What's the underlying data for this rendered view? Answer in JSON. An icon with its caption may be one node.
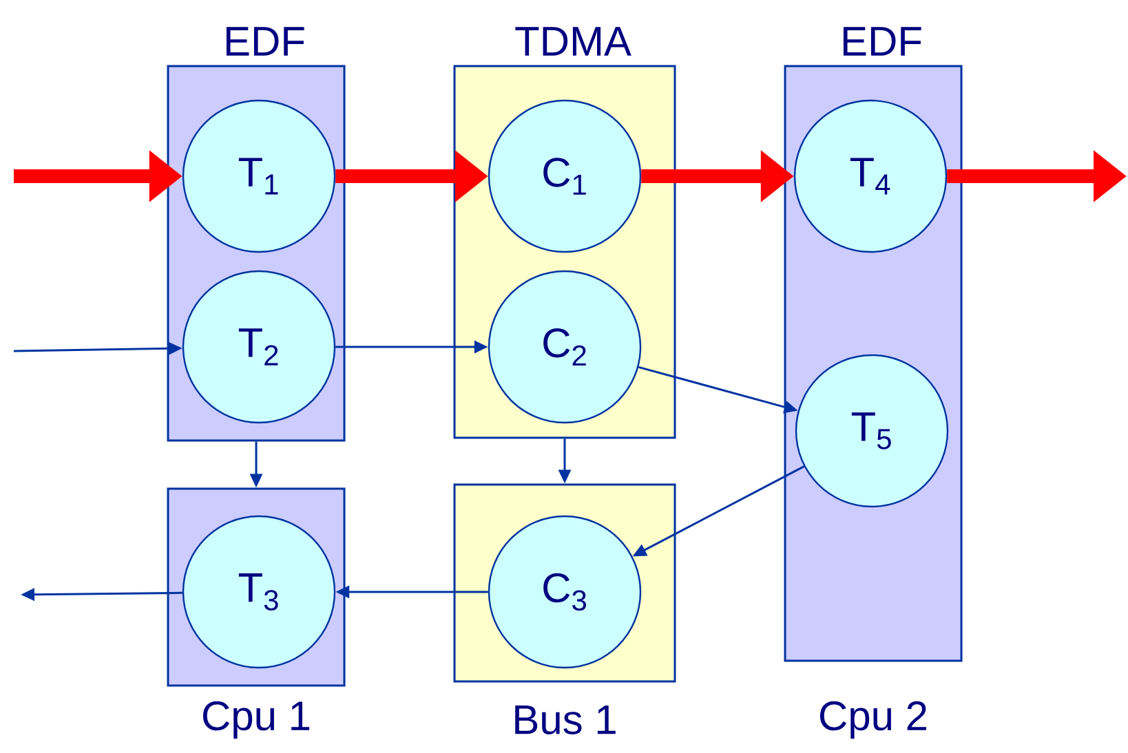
{
  "diagram": {
    "nodes": [
      {
        "text": [
          "EDF"
        ]
      },
      {
        "text": [
          "T$_{1}$"
        ],
        "in": 0
      },
      {
        "text": [
          "T$_{2}$"
        ],
        "in": 0
      },
      {
        "text": [],
        "shape": "box",
        "beside": [
          "Cpu 1"
        ]
      },
      {
        "text": [
          "T$_{3}$"
        ],
        "in": 3
      },
      {
        "text": [
          "TDMA"
        ]
      },
      {
        "text": [
          "C$_{1}$"
        ],
        "in": 5
      },
      {
        "text": [
          "C$_{2}$"
        ],
        "in": 5
      },
      {
        "text": [],
        "shape": "box",
        "beside": [
          "Bus 1"
        ]
      },
      {
        "text": [
          "C$_{3}$"
        ],
        "in": 8
      },
      {
        "text": [
          "EDF"
        ],
        "beside": [
          "Cpu 2"
        ]
      },
      {
        "text": [
          "T$_{4}$"
        ],
        "in": 10
      },
      {
        "text": [
          "T$_{5}$"
        ],
        "in": 10
      }
    ],
    "edges": [
      {
        "from": null,
        "to": 1,
        "arrow": "to",
        "style": "thick",
        "color": "#ff0000"
      },
      {
        "from": 1,
        "to": 6,
        "arrow": "to",
        "style": "thick",
        "color": "#ff0000"
      },
      {
        "from": 6,
        "to": 11,
        "arrow": "to",
        "style": "thick",
        "color": "#ff0000"
      },
      {
        "from": 11,
        "to": null,
        "arrow": "to",
        "style": "thick",
        "color": "#ff0000"
      },
      {
        "from": null,
        "to": 2,
        "arrow": "to"
      },
      {
        "from": 2,
        "to": 7,
        "arrow": "to"
      },
      {
        "from": 7,
        "to": 12,
        "arrow": "to"
      },
      {
        "from": 12,
        "to": 9,
        "arrow": "to"
      },
      {
        "from": 9,
        "to": 4,
        "arrow": "to"
      },
      {
        "from": 4,
        "to": null,
        "arrow": "to"
      },
      {
        "from": 0,
        "to": 3,
        "arrow": "to"
      },
      {
        "from": 5,
        "to": 8,
        "arrow": "to"
      }
    ]
  }
}
